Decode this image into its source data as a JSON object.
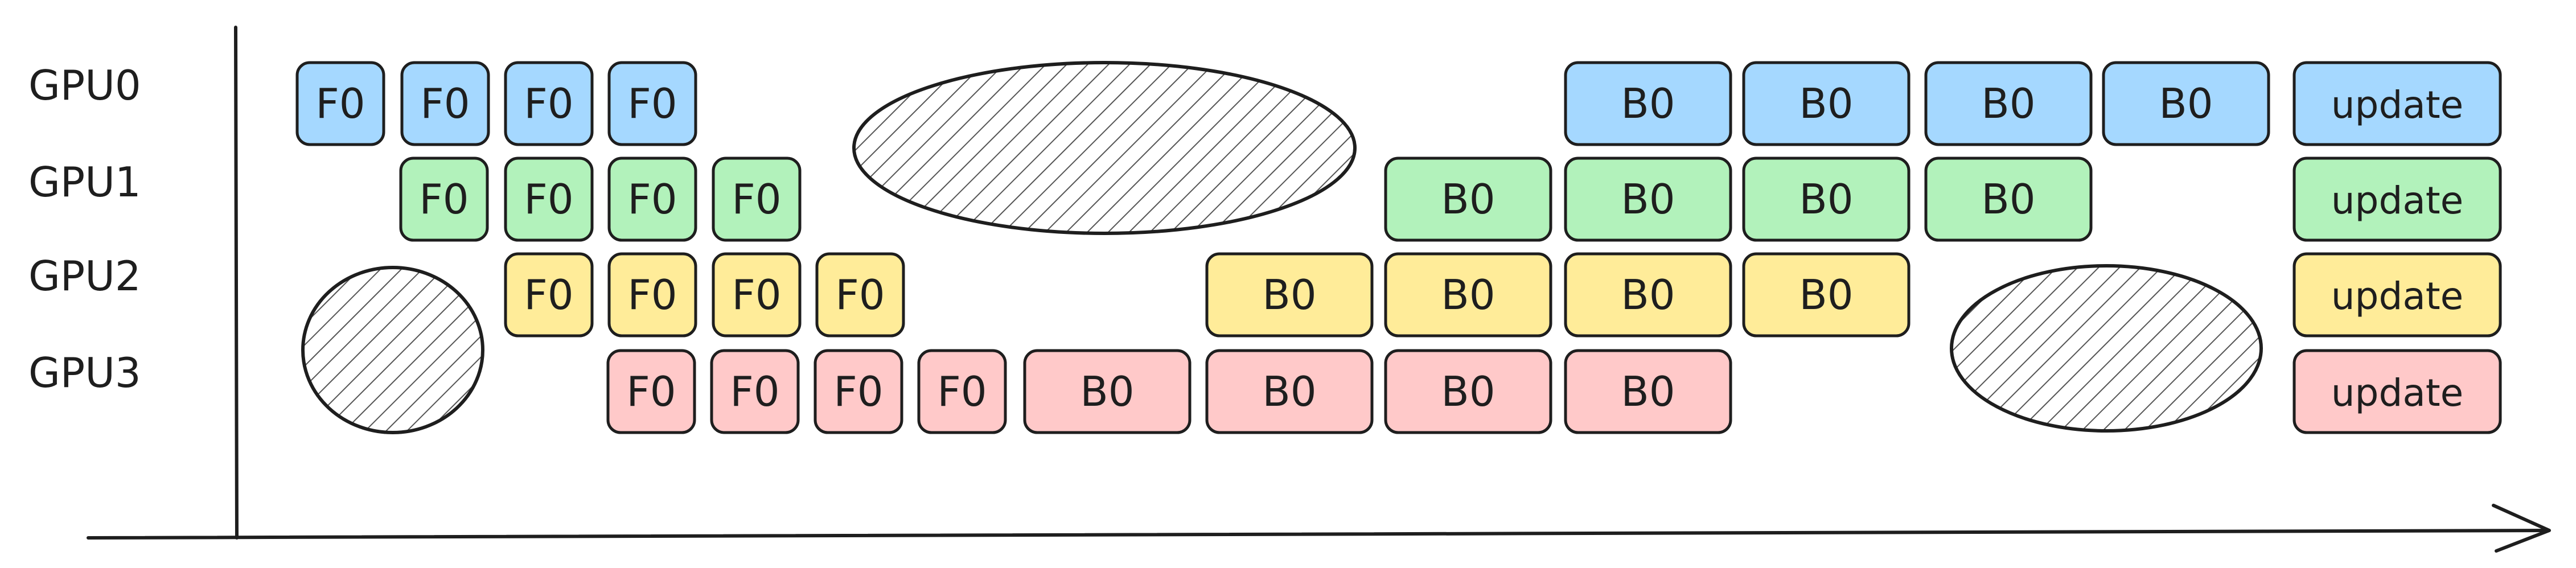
{
  "gpus": [
    {
      "label": "GPU0",
      "color_key": "blue"
    },
    {
      "label": "GPU1",
      "color_key": "green"
    },
    {
      "label": "GPU2",
      "color_key": "yellow"
    },
    {
      "label": "GPU3",
      "color_key": "red"
    }
  ],
  "colors": {
    "blue": {
      "fill": "#a5d8ff",
      "stroke": "#1e1e1e"
    },
    "green": {
      "fill": "#b2f2bb",
      "stroke": "#1e1e1e"
    },
    "yellow": {
      "fill": "#ffec99",
      "stroke": "#1e1e1e"
    },
    "red": {
      "fill": "#ffc9c9",
      "stroke": "#1e1e1e"
    },
    "ink": "#1e1e1e",
    "hatch": "#555555"
  },
  "rows": [
    [
      "F0",
      "F0",
      "F0",
      "F0",
      "B0",
      "B0",
      "B0",
      "B0",
      "update"
    ],
    [
      "F0",
      "F0",
      "F0",
      "F0",
      "B0",
      "B0",
      "B0",
      "B0",
      "update"
    ],
    [
      "F0",
      "F0",
      "F0",
      "F0",
      "B0",
      "B0",
      "B0",
      "B0",
      "update"
    ],
    [
      "F0",
      "F0",
      "F0",
      "F0",
      "B0",
      "B0",
      "B0",
      "B0",
      "update"
    ]
  ],
  "bubbles": 3
}
